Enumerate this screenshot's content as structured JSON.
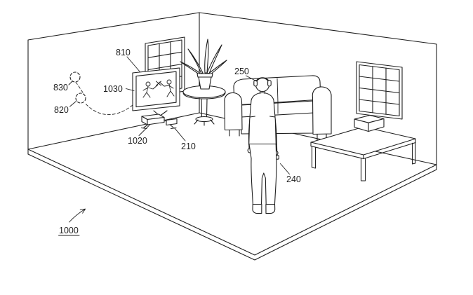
{
  "figure": {
    "background_color": "#ffffff",
    "ink_color": "#1f1f1f",
    "labels": {
      "l810": "810",
      "l830": "830",
      "l820": "820",
      "l1030": "1030",
      "l1020": "1020",
      "l210": "210",
      "l250": "250",
      "l240": "240",
      "l1000": "1000"
    }
  }
}
